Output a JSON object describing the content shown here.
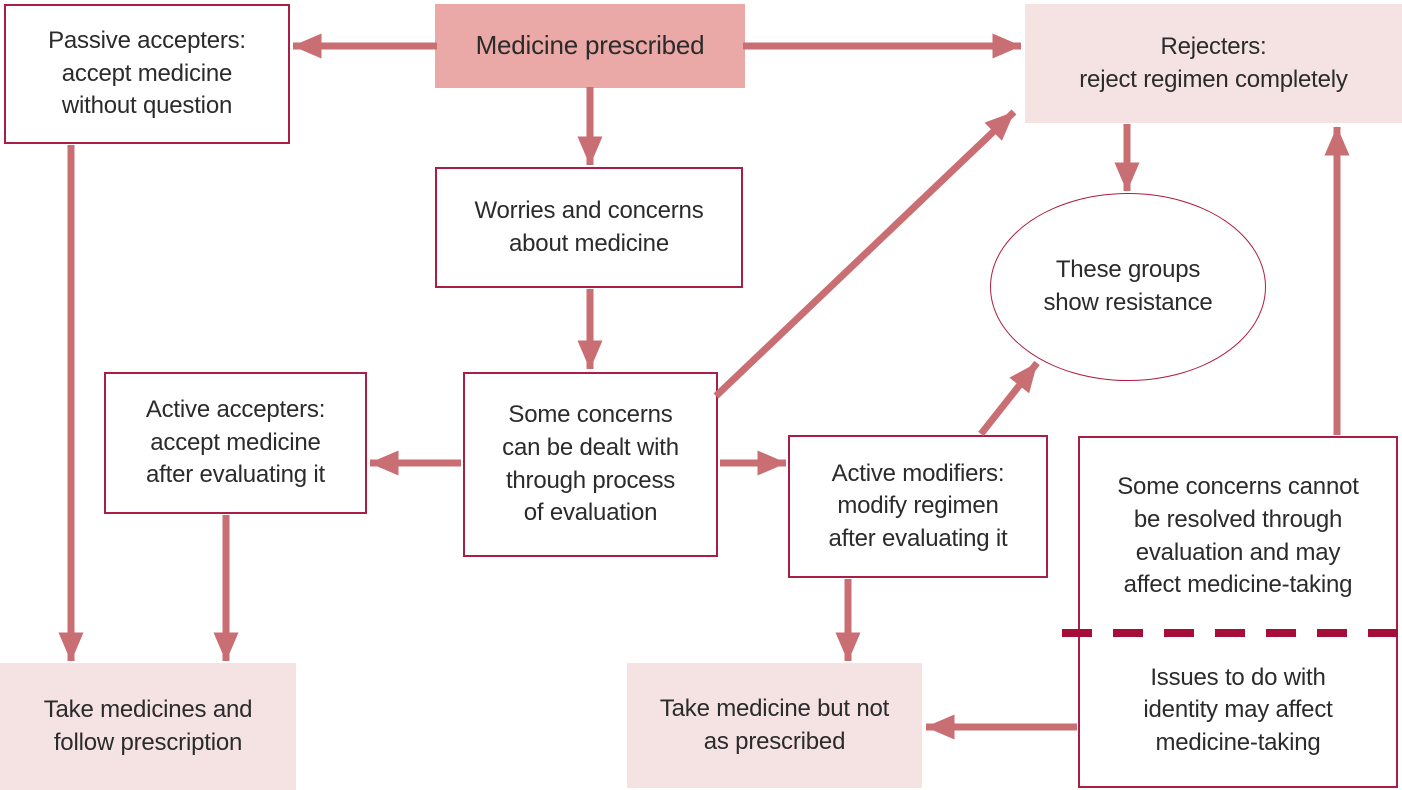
{
  "diagram": {
    "type": "flowchart",
    "topic": "Patient responses to prescribed medicine",
    "colors": {
      "arrow": "#c96e73",
      "box_border": "#a81e44",
      "ellipse_border": "#b01c40",
      "dashed_divider": "#a50e38",
      "primary_fill": "#eaa8a6",
      "light_fill": "#f4e3e2",
      "text": "#2b2b2b",
      "background": "#ffffff"
    },
    "nodes": {
      "medicine_prescribed": {
        "label": "Medicine prescribed",
        "style": "primary-fill"
      },
      "passive_accepters": {
        "label": "Passive accepters:\naccept medicine\nwithout question",
        "style": "outlined"
      },
      "rejecters": {
        "label": "Rejecters:\nreject regimen completely",
        "style": "light-fill"
      },
      "worries": {
        "label": "Worries and concerns\nabout medicine",
        "style": "outlined"
      },
      "some_concerns": {
        "label": "Some concerns\ncan be dealt with\nthrough process\nof evaluation",
        "style": "outlined"
      },
      "active_accepters": {
        "label": "Active accepters:\naccept medicine\nafter evaluating it",
        "style": "outlined"
      },
      "active_modifiers": {
        "label": "Active modifiers:\nmodify regimen\nafter evaluating it",
        "style": "outlined"
      },
      "resistance_ellipse": {
        "label": "These groups\nshow resistance",
        "style": "ellipse-outlined"
      },
      "unresolved_concerns": {
        "label": "Some concerns cannot\nbe resolved through\nevaluation and may\naffect medicine-taking",
        "style": "outlined-upper-section"
      },
      "identity_issues": {
        "label": "Issues to do with\nidentity may affect\nmedicine-taking",
        "style": "outlined-lower-section"
      },
      "take_medicines": {
        "label": "Take medicines and\nfollow prescription",
        "style": "light-fill"
      },
      "take_medicine_not_prescribed": {
        "label": "Take medicine but not\nas prescribed",
        "style": "light-fill"
      }
    },
    "edges": [
      {
        "from": "medicine_prescribed",
        "to": "passive_accepters"
      },
      {
        "from": "medicine_prescribed",
        "to": "rejecters"
      },
      {
        "from": "medicine_prescribed",
        "to": "worries"
      },
      {
        "from": "worries",
        "to": "some_concerns"
      },
      {
        "from": "some_concerns",
        "to": "active_accepters"
      },
      {
        "from": "some_concerns",
        "to": "active_modifiers"
      },
      {
        "from": "some_concerns",
        "to": "rejecters"
      },
      {
        "from": "rejecters",
        "to": "resistance_ellipse"
      },
      {
        "from": "active_modifiers",
        "to": "resistance_ellipse"
      },
      {
        "from": "unresolved_concerns",
        "to": "rejecters"
      },
      {
        "from": "passive_accepters",
        "to": "take_medicines"
      },
      {
        "from": "active_accepters",
        "to": "take_medicines"
      },
      {
        "from": "active_modifiers",
        "to": "take_medicine_not_prescribed"
      },
      {
        "from": "identity_issues",
        "to": "take_medicine_not_prescribed"
      }
    ]
  }
}
